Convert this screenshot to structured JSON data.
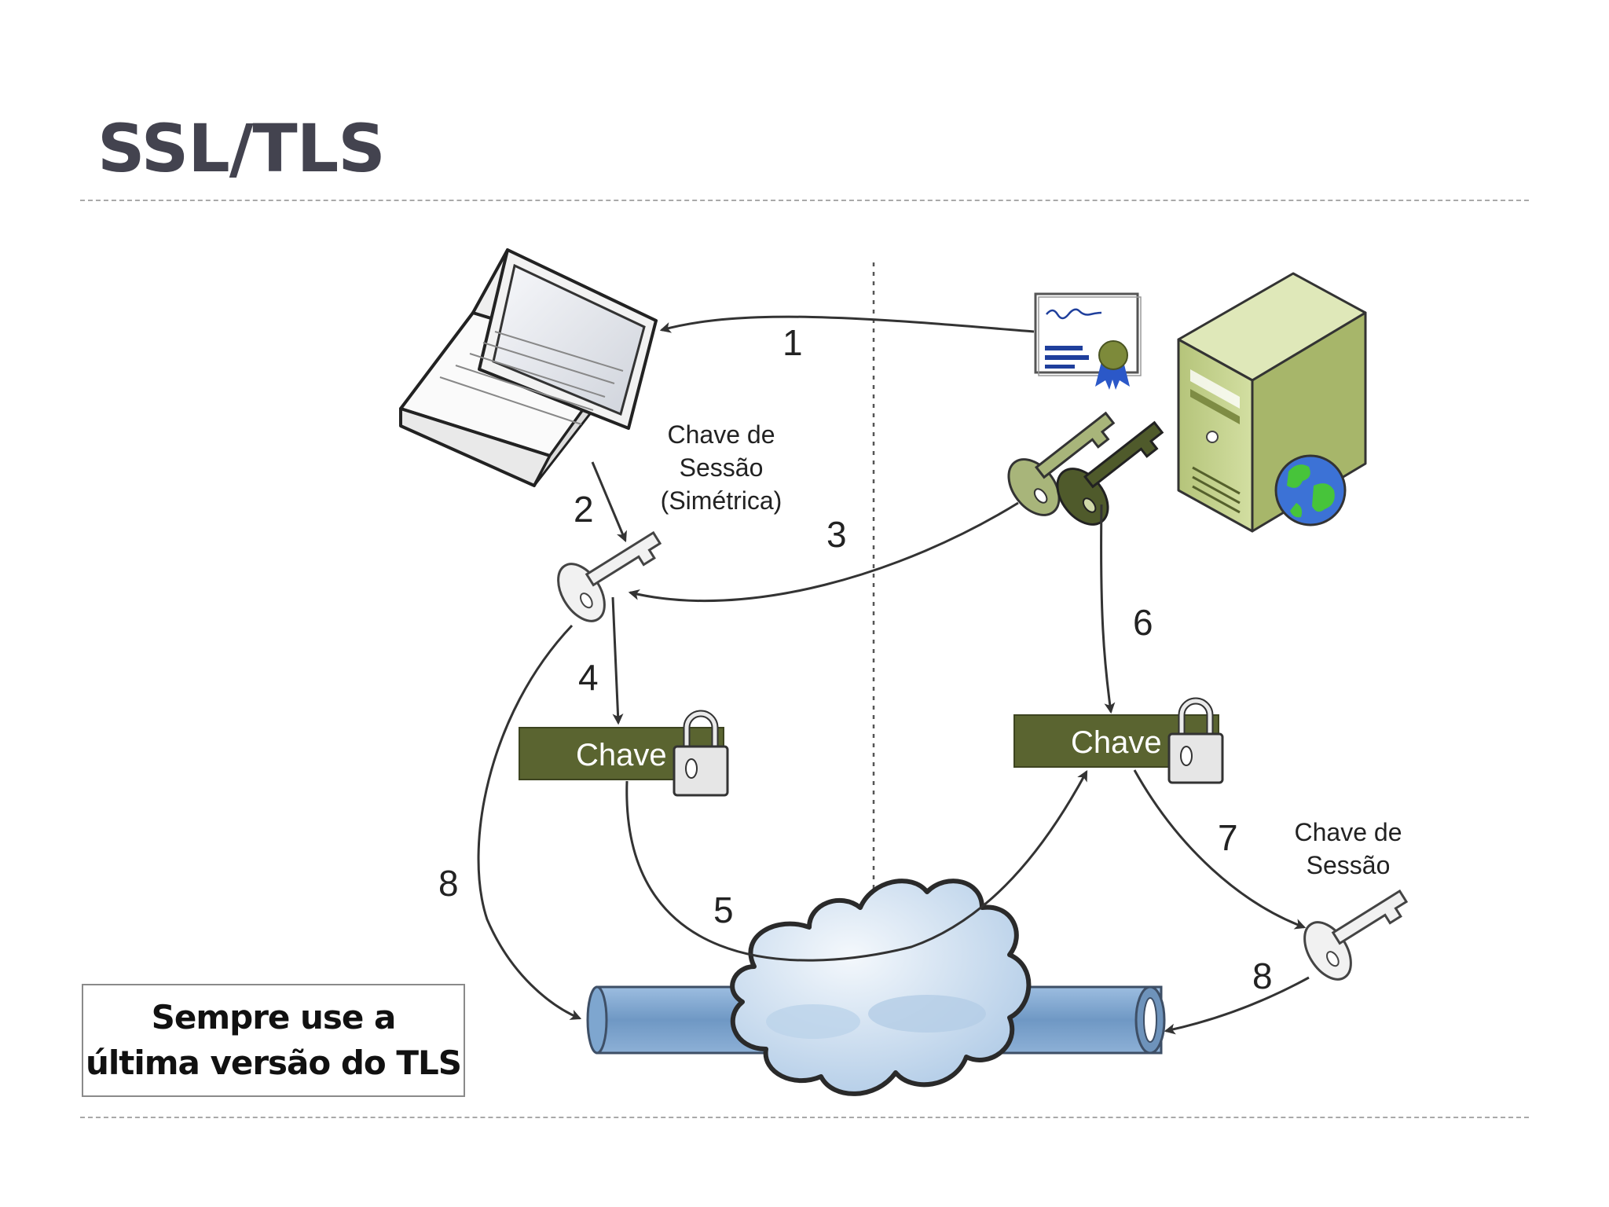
{
  "slide": {
    "title": "SSL/TLS"
  },
  "note": {
    "line1": "Sempre use a",
    "line2": "última versão do TLS"
  },
  "diagram": {
    "steps": {
      "s1": "1",
      "s2": "2",
      "s3": "3",
      "s4": "4",
      "s5": "5",
      "s6": "6",
      "s7": "7",
      "s8a": "8",
      "s8b": "8"
    },
    "session_key_caption": {
      "line1": "Chave de",
      "line2": "Sessão",
      "line3": "(Simétrica)"
    },
    "session_key_caption_right": {
      "line1": "Chave de",
      "line2": "Sessão"
    },
    "locked_key_left": "Chave",
    "locked_key_right": "Chave",
    "colors": {
      "key_box": "#5a6430",
      "server": "#c2cf8a",
      "pipe": "#7ea6cf",
      "cloud": "#c9dcef",
      "cert_seal": "#7d8a3a",
      "cert_ribbon": "#2b58c8"
    },
    "icons": [
      "laptop-icon",
      "certificate-icon",
      "server-icon",
      "globe-icon",
      "public-private-keys-icon",
      "session-key-icon",
      "padlock-icon",
      "internet-cloud-icon",
      "pipe-icon"
    ]
  }
}
